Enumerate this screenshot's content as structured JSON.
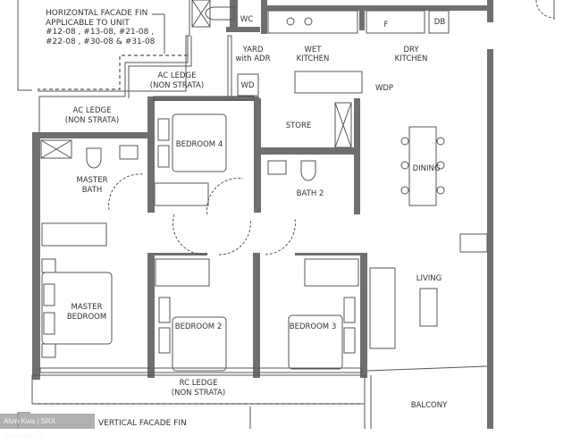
{
  "notes": {
    "horizontal_fin": [
      "HORIZONTAL FACADE FIN",
      "APPLICABLE TO UNIT",
      "#12-08 , #13-08, #21-08 ,",
      "#22-08 , #30-08 & #31-08"
    ],
    "vertical_fin": "VERTICAL FACADE FIN"
  },
  "rooms": {
    "wc": "WC",
    "yard": [
      "YARD",
      "with ADR"
    ],
    "wet_kitchen": [
      "WET",
      "KITCHEN"
    ],
    "dry_kitchen": [
      "DRY",
      "KITCHEN"
    ],
    "fridge": "F",
    "db": "DB",
    "wd": "WD",
    "wdp": "WDP",
    "ac_ledge_1": [
      "AC LEDGE",
      "(NON STRATA)"
    ],
    "ac_ledge_2": [
      "AC LEDGE",
      "(NON STRATA)"
    ],
    "bedroom4": "BEDROOM 4",
    "master_bath": [
      "MASTER",
      "BATH"
    ],
    "store": "STORE",
    "bath2": "BATH 2",
    "dining": "DINING",
    "living": "LIVING",
    "master_bedroom": [
      "MASTER",
      "BEDROOM"
    ],
    "bedroom2": "BEDROOM 2",
    "bedroom3": "BEDROOM 3",
    "rc_ledge": [
      "RC LEDGE",
      "(NON STRATA)"
    ],
    "balcony": "BALCONY"
  },
  "watermark": "Alvin Kwa | SRX PROPERTY",
  "colors": {
    "wall": "#6f6f6f",
    "line": "#555555"
  }
}
